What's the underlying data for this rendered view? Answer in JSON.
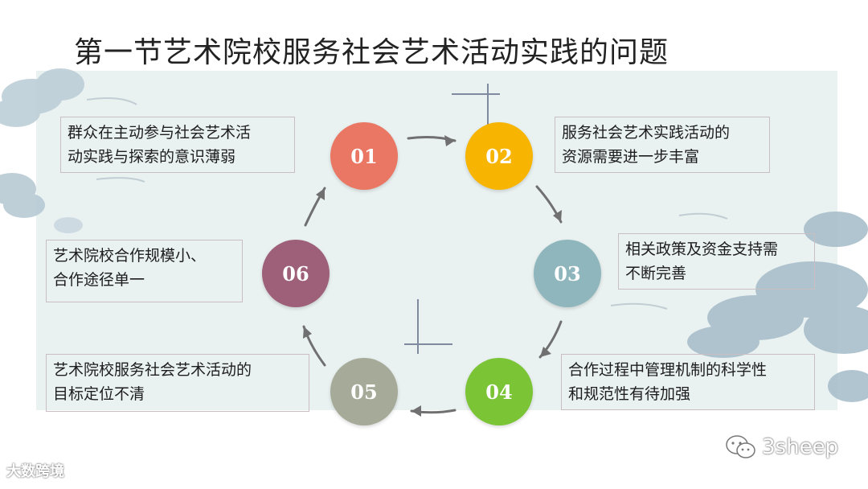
{
  "title": "第一节艺术院校服务社会艺术活动实践的问题",
  "nodes": [
    {
      "label": "01",
      "color": "#ea7763"
    },
    {
      "label": "02",
      "color": "#f7b400"
    },
    {
      "label": "03",
      "color": "#8fb6bd"
    },
    {
      "label": "04",
      "color": "#7ac436"
    },
    {
      "label": "05",
      "color": "#a6ab99"
    },
    {
      "label": "06",
      "color": "#9e5f79"
    }
  ],
  "boxes": [
    {
      "line1": "群众在主动参与社会艺术活",
      "line2": "动实践与探索的意识薄弱"
    },
    {
      "line1": "服务社会艺术实践活动的",
      "line2": "资源需要进一步丰富"
    },
    {
      "line1": "相关政策及资金支持需",
      "line2": "不断完善"
    },
    {
      "line1": "合作过程中管理机制的科学性",
      "line2": "和规范性有待加强"
    },
    {
      "line1": "艺术院校服务社会艺术活动的",
      "line2": "目标定位不清"
    },
    {
      "line1": "艺术院校合作规模小、",
      "line2": "合作途径单一"
    }
  ],
  "watermark_left": "大数跨境",
  "watermark_right": "3sheep"
}
